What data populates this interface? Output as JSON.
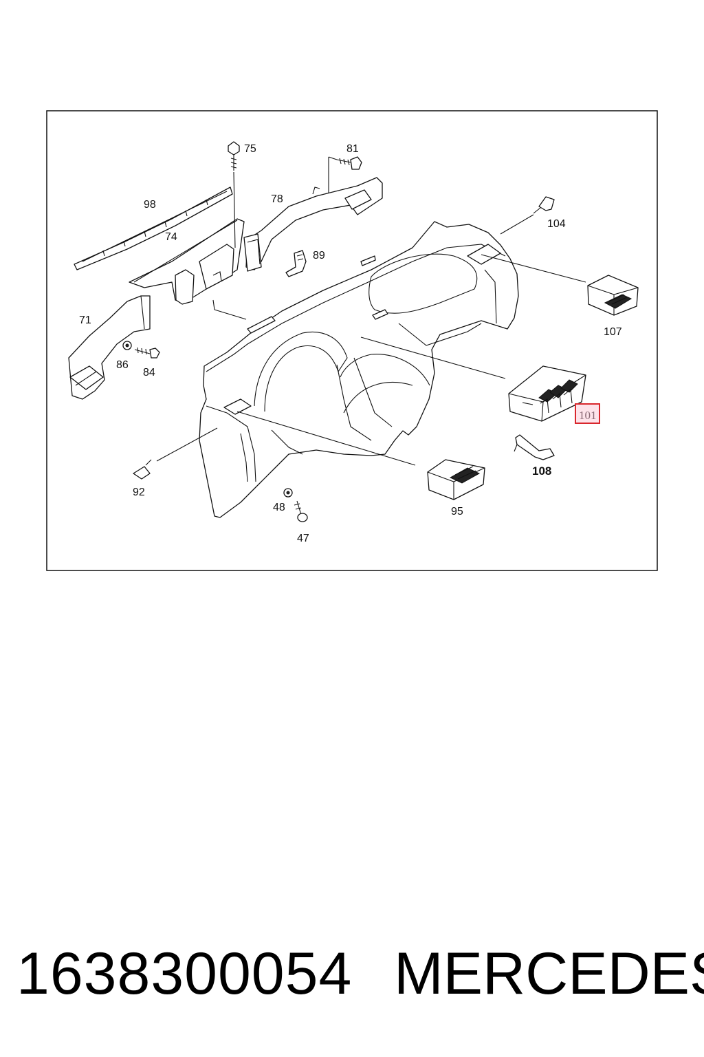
{
  "diagram": {
    "callouts": [
      {
        "id": "75",
        "text": "75"
      },
      {
        "id": "81",
        "text": "81"
      },
      {
        "id": "98",
        "text": "98"
      },
      {
        "id": "78",
        "text": "78"
      },
      {
        "id": "104",
        "text": "104"
      },
      {
        "id": "74",
        "text": "74"
      },
      {
        "id": "89",
        "text": "89"
      },
      {
        "id": "71",
        "text": "71"
      },
      {
        "id": "107",
        "text": "107"
      },
      {
        "id": "86",
        "text": "86"
      },
      {
        "id": "84",
        "text": "84"
      },
      {
        "id": "101",
        "text": "101",
        "highlighted": true
      },
      {
        "id": "108",
        "text": "108"
      },
      {
        "id": "92",
        "text": "92"
      },
      {
        "id": "95",
        "text": "95"
      },
      {
        "id": "48",
        "text": "48"
      },
      {
        "id": "47",
        "text": "47"
      }
    ],
    "highlight_color": "#d9262c"
  },
  "footer": {
    "part_number": "1638300054",
    "brand": "MERCEDES"
  }
}
